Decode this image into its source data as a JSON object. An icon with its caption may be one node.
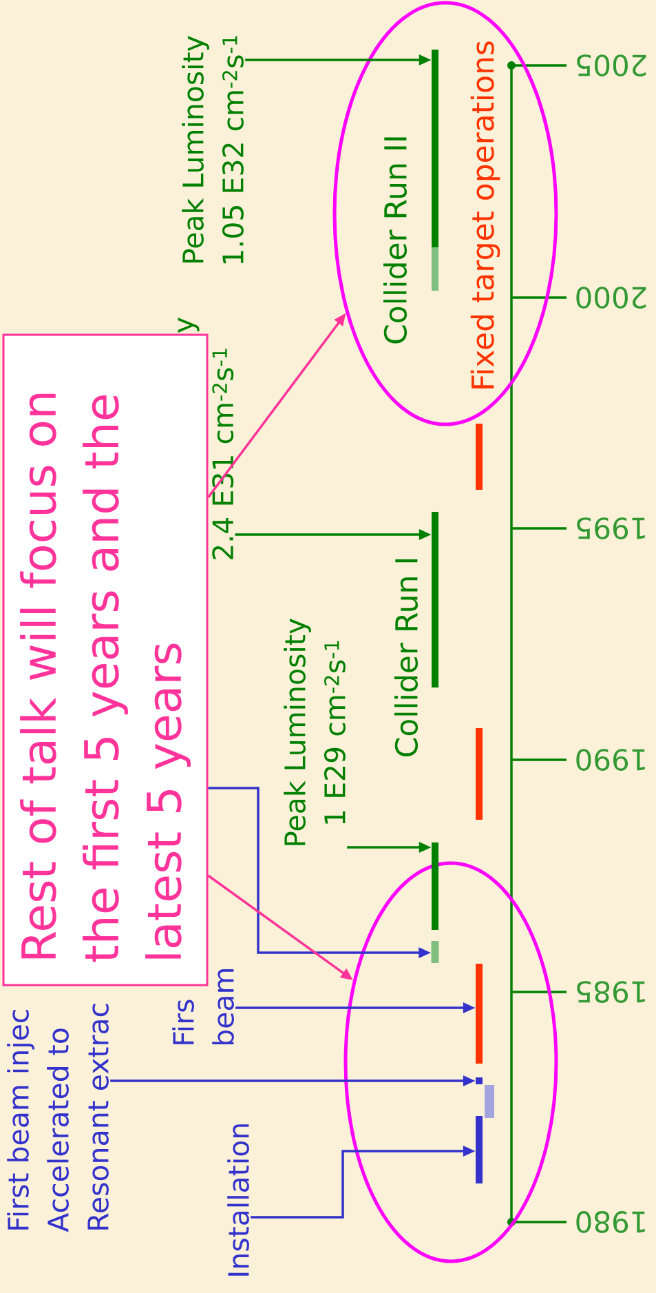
{
  "diagram": {
    "nodes": [
      {
        "text": [],
        "shape": "ellipse"
      },
      {
        "text": [],
        "shape": "ellipse"
      },
      {
        "text": [
          "Rest of talk will focus on the first 5 years and the latest 5 years"
        ]
      },
      {
        "text": [
          "Peak Luminosity",
          "1.05 E32 cm$^{-2}$s$^{-1}$"
        ]
      },
      {
        "text": [],
        "shape": "bar",
        "in": 0
      },
      {
        "text": [
          "2.4 E31 cm$^{-2}$s$^{-1}$"
        ]
      },
      {
        "text": [],
        "shape": "bar"
      },
      {
        "text": [
          "Peak Luminosity",
          "1 E29 cm$^{-2}$s$^{-1}$"
        ]
      },
      {
        "text": [],
        "shape": "bar"
      },
      {
        "text": [],
        "shape": "bar",
        "in": 1
      },
      {
        "text": [
          "Firs",
          "beam"
        ]
      },
      {
        "text": [],
        "shape": "bar",
        "in": 1
      },
      {
        "text": [
          "First beam injec",
          "Accelerated to",
          "Resonant extrac"
        ]
      },
      {
        "text": [],
        "shape": "bar",
        "in": 1
      },
      {
        "text": [
          "Installation"
        ]
      },
      {
        "text": [],
        "shape": "bar",
        "in": 1
      }
    ],
    "edges": [
      {
        "from": 3,
        "to": 4,
        "arrow": "to",
        "color": "#008000"
      },
      {
        "from": 5,
        "to": 6,
        "arrow": "to",
        "color": "#008000"
      },
      {
        "from": 7,
        "to": 8,
        "arrow": "to",
        "color": "#008000"
      },
      {
        "from": 2,
        "to": 9,
        "arrow": "to"
      },
      {
        "from": 10,
        "to": 11,
        "arrow": "to"
      },
      {
        "from": 12,
        "to": 13,
        "arrow": "to"
      },
      {
        "from": 14,
        "to": 15,
        "arrow": "to"
      },
      {
        "from": 2,
        "to": 0,
        "arrow": "to",
        "color": "#ff3399"
      },
      {
        "from": 2,
        "to": 1,
        "arrow": "to",
        "color": "#ff3399"
      }
    ],
    "labels": [
      "Collider Run II",
      "Fixed target operations",
      "y",
      "Collider Run I",
      "2005",
      "2000",
      "1995",
      "1990",
      "1985",
      "1980"
    ]
  }
}
